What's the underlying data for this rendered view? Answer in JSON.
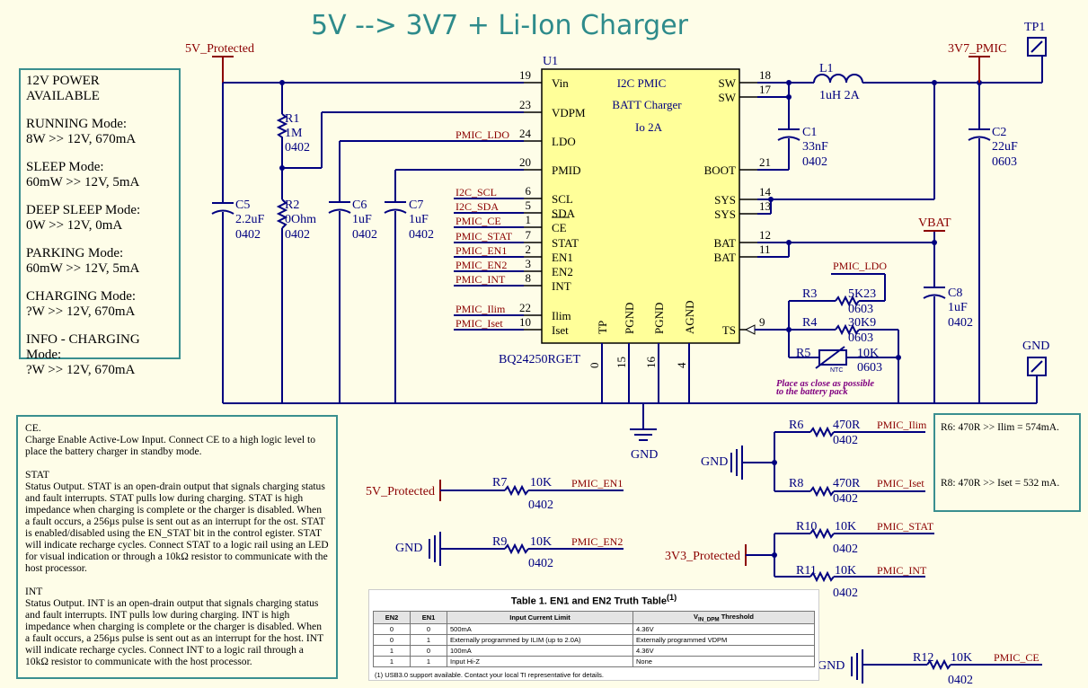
{
  "title": "5V --> 3V7 + Li-Ion Charger",
  "ic": {
    "ref": "U1",
    "part": "BQ24250RGET",
    "line1": "I2C PMIC",
    "line2": "BATT Charger",
    "line3": "Io 2A",
    "pins_left": [
      {
        "num": "19",
        "name": "Vin",
        "net": ""
      },
      {
        "num": "23",
        "name": "VDPM",
        "net": ""
      },
      {
        "num": "24",
        "name": "LDO",
        "net": "PMIC_LDO"
      },
      {
        "num": "20",
        "name": "PMID",
        "net": ""
      },
      {
        "num": "6",
        "name": "SCL",
        "net": "I2C_SCL"
      },
      {
        "num": "5",
        "name": "SDA",
        "net": "I2C_SDA"
      },
      {
        "num": "1",
        "name": "CE",
        "net": "PMIC_CE"
      },
      {
        "num": "7",
        "name": "STAT",
        "net": "PMIC_STAT"
      },
      {
        "num": "2",
        "name": "EN1",
        "net": "PMIC_EN1"
      },
      {
        "num": "3",
        "name": "EN2",
        "net": "PMIC_EN2"
      },
      {
        "num": "8",
        "name": "INT",
        "net": "PMIC_INT"
      },
      {
        "num": "22",
        "name": "Ilim",
        "net": "PMIC_Ilim"
      },
      {
        "num": "10",
        "name": "Iset",
        "net": "PMIC_Iset"
      }
    ],
    "pins_right": [
      {
        "num": "18",
        "name": "SW"
      },
      {
        "num": "17",
        "name": "SW"
      },
      {
        "num": "21",
        "name": "BOOT"
      },
      {
        "num": "14",
        "name": "SYS"
      },
      {
        "num": "13",
        "name": "SYS"
      },
      {
        "num": "12",
        "name": "BAT"
      },
      {
        "num": "11",
        "name": "BAT"
      },
      {
        "num": "9",
        "name": "TS"
      }
    ],
    "pins_bottom": [
      {
        "num": "0",
        "name": "TP"
      },
      {
        "num": "15",
        "name": "PGND"
      },
      {
        "num": "16",
        "name": "PGND"
      },
      {
        "num": "4",
        "name": "AGND"
      }
    ]
  },
  "power_labels": {
    "in": "5V_Protected",
    "out": "3V7_PMIC",
    "vbat": "VBAT",
    "gnd": "GND",
    "v33": "3V3_Protected"
  },
  "testpoints": {
    "tp1": "TP1",
    "gnd": "GND"
  },
  "components": {
    "R1": {
      "ref": "R1",
      "value": "1M",
      "pkg": "0402"
    },
    "R2": {
      "ref": "R2",
      "value": "0Ohm",
      "pkg": "0402"
    },
    "C5": {
      "ref": "C5",
      "value": "2.2uF",
      "pkg": "0402"
    },
    "C6": {
      "ref": "C6",
      "value": "1uF",
      "pkg": "0402"
    },
    "C7": {
      "ref": "C7",
      "value": "1uF",
      "pkg": "0402"
    },
    "C1": {
      "ref": "C1",
      "value": "33nF",
      "pkg": "0402"
    },
    "C2": {
      "ref": "C2",
      "value": "22uF",
      "pkg": "0603"
    },
    "C8": {
      "ref": "C8",
      "value": "1uF",
      "pkg": "0402"
    },
    "L1": {
      "ref": "L1",
      "value": "1uH 2A"
    },
    "R3": {
      "ref": "R3",
      "value": "5K23",
      "pkg": "0603"
    },
    "R4": {
      "ref": "R4",
      "value": "30K9",
      "pkg": "0603"
    },
    "R5": {
      "ref": "R5",
      "value": "10K",
      "pkg": "0603",
      "ntc": "NTC"
    },
    "R6": {
      "ref": "R6",
      "value": "470R",
      "pkg": "0402",
      "net": "PMIC_Ilim"
    },
    "R8": {
      "ref": "R8",
      "value": "470R",
      "pkg": "0402",
      "net": "PMIC_Iset"
    },
    "R7": {
      "ref": "R7",
      "value": "10K",
      "pkg": "0402",
      "net": "PMIC_EN1"
    },
    "R9": {
      "ref": "R9",
      "value": "10K",
      "pkg": "0402",
      "net": "PMIC_EN2"
    },
    "R10": {
      "ref": "R10",
      "value": "10K",
      "pkg": "0402",
      "net": "PMIC_STAT"
    },
    "R11": {
      "ref": "R11",
      "value": "10K",
      "pkg": "0402",
      "net": "PMIC_INT"
    },
    "R12": {
      "ref": "R12",
      "value": "10K",
      "pkg": "0402",
      "net": "PMIC_CE"
    }
  },
  "ts_net": "PMIC_LDO",
  "note_ntc": [
    "Place as close as possible",
    "to the battery pack"
  ],
  "modes": {
    "header": "12V POWER AVAILABLE",
    "items": [
      {
        "name": "RUNNING Mode:",
        "value": "8W >> 12V, 670mA"
      },
      {
        "name": "SLEEP Mode:",
        "value": "60mW >> 12V, 5mA"
      },
      {
        "name": "DEEP SLEEP Mode:",
        "value": "0W >> 12V, 0mA"
      },
      {
        "name": "PARKING Mode:",
        "value": "60mW >> 12V, 5mA"
      },
      {
        "name": "CHARGING Mode:",
        "value": "?W >> 12V, 670mA"
      },
      {
        "name": "INFO - CHARGING Mode:",
        "value": "?W >> 12V, 670mA"
      }
    ]
  },
  "descriptions": [
    {
      "title": "CE.",
      "body": "Charge Enable Active-Low Input. Connect CE to a high logic level to place the battery charger in standby mode."
    },
    {
      "title": "STAT",
      "body": "Status Output. STAT is an open-drain output that signals charging status and fault interrupts. STAT pulls low during charging. STAT is high impedance when charging is complete or the charger is disabled. When a fault occurs, a 256µs pulse is sent out as an interrupt for the  ost. STAT is enabled/disabled using the EN_STAT bit in the control  egister. STAT will indicate recharge cycles. Connect STAT to a logic rail using an LED for visual indication or through a 10kΩ resistor to communicate with the host processor."
    },
    {
      "title": "INT",
      "body": "Status Output. INT is an open-drain output that signals charging status and fault interrupts. INT pulls low during charging. INT is high impedance when charging is complete or the charger is disabled. When a fault occurs, a 256µs pulse is sent out as an interrupt for the host. INT will indicate recharge cycles. Connect INT to a logic rail through a 10kΩ resistor to communicate with the host processor."
    }
  ],
  "calc": {
    "line1": "R6: 470R     >> Ilim = 574mA.",
    "line2": "R8: 470R    >> Iset = 532 mA."
  },
  "truth_table": {
    "caption": "Table 1. EN1 and EN2 Truth Table",
    "caption_sup": "(1)",
    "headers": [
      "EN2",
      "EN1",
      "Input Current Limit",
      "V",
      "IN_DPM",
      " Threshold"
    ],
    "rows": [
      [
        "0",
        "0",
        "500mA",
        "4.36V"
      ],
      [
        "0",
        "1",
        "Externally programmed by ILIM (up to 2.0A)",
        "Externally programmed VDPM"
      ],
      [
        "1",
        "0",
        "100mA",
        "4.36V"
      ],
      [
        "1",
        "1",
        "Input Hi-Z",
        "None"
      ]
    ],
    "footnote": "(1)    USB3.0 support available.  Contact your local TI representative for details."
  }
}
